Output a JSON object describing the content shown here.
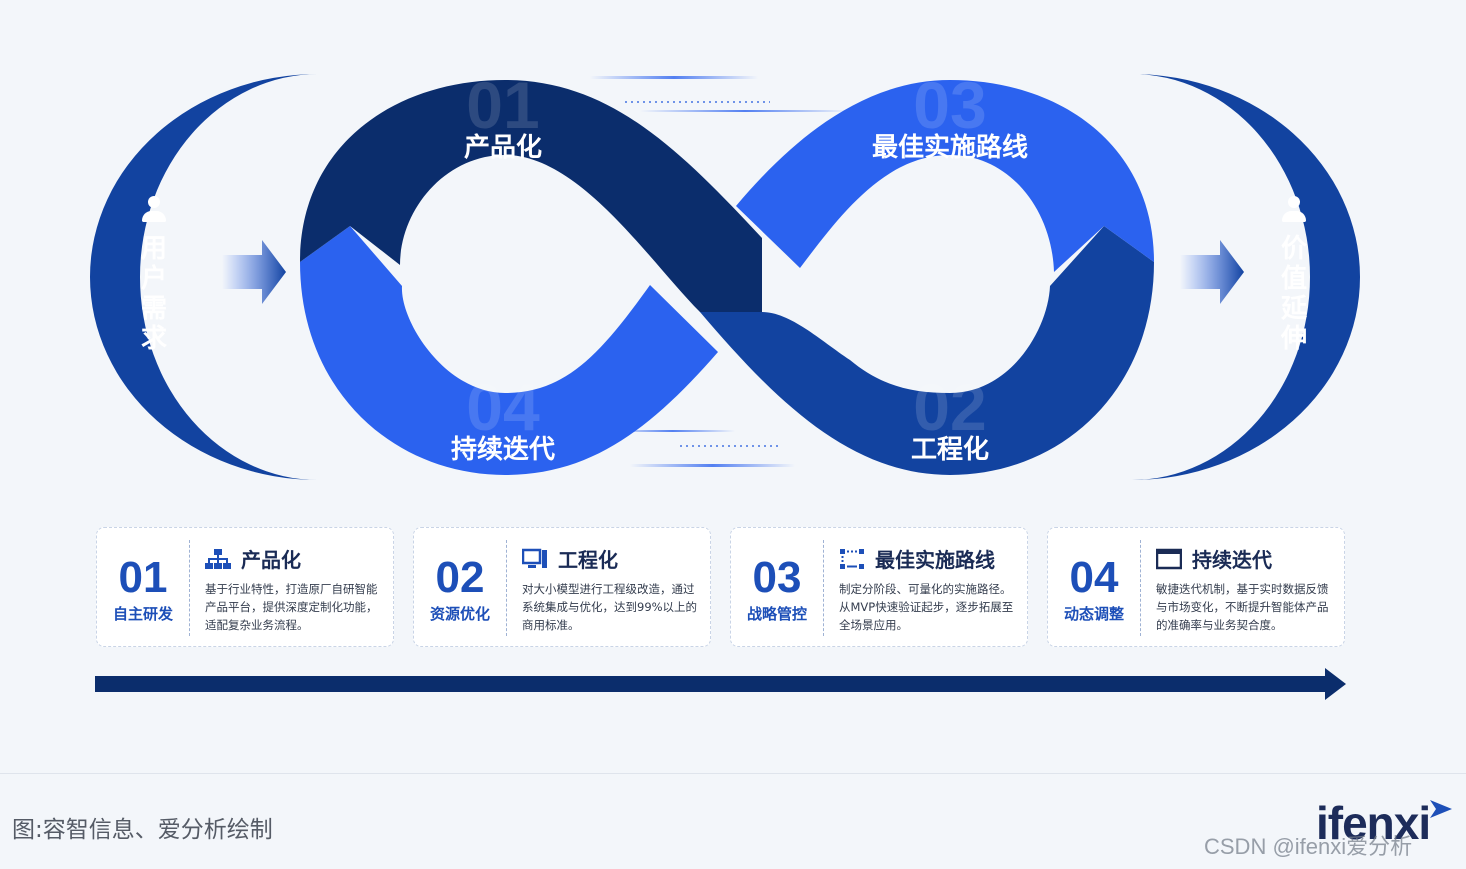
{
  "left_label": {
    "chars": [
      "用",
      "户",
      "需",
      "求"
    ]
  },
  "right_label": {
    "chars": [
      "价",
      "值",
      "延",
      "伸"
    ]
  },
  "loop": {
    "stages": [
      {
        "num": "01",
        "label": "产品化"
      },
      {
        "num": "02",
        "label": "工程化"
      },
      {
        "num": "03",
        "label": "最佳实施路线"
      },
      {
        "num": "04",
        "label": "持续迭代"
      }
    ]
  },
  "cards": [
    {
      "num": "01",
      "sub": "自主研发",
      "title": "产品化",
      "icon": "org-chart-icon",
      "desc": "基于行业特性，打造原厂自研智能产品平台，提供深度定制化功能，适配复杂业务流程。"
    },
    {
      "num": "02",
      "sub": "资源优化",
      "title": "工程化",
      "icon": "computer-icon",
      "desc": "对大小模型进行工程级改造，通过系统集成与优化，达到99%以上的商用标准。"
    },
    {
      "num": "03",
      "sub": "战略管控",
      "title": "最佳实施路线",
      "icon": "network-icon",
      "desc": "制定分阶段、可量化的实施路径。从MVP快速验证起步，逐步拓展至全场景应用。"
    },
    {
      "num": "04",
      "sub": "动态调整",
      "title": "持续迭代",
      "icon": "window-icon",
      "desc": "敏捷迭代机制，基于实时数据反馈与市场变化，不断提升智能体产品的准确率与业务契合度。"
    }
  ],
  "footer": {
    "source": "图:容智信息、爱分析绘制",
    "logo": "ifenxi",
    "watermark": "CSDN @ifenxi爱分析"
  },
  "colors": {
    "dark_navy": "#0b2d6c",
    "navy": "#1243a0",
    "bright_blue": "#2b62ef",
    "background": "#f3f6fa"
  }
}
